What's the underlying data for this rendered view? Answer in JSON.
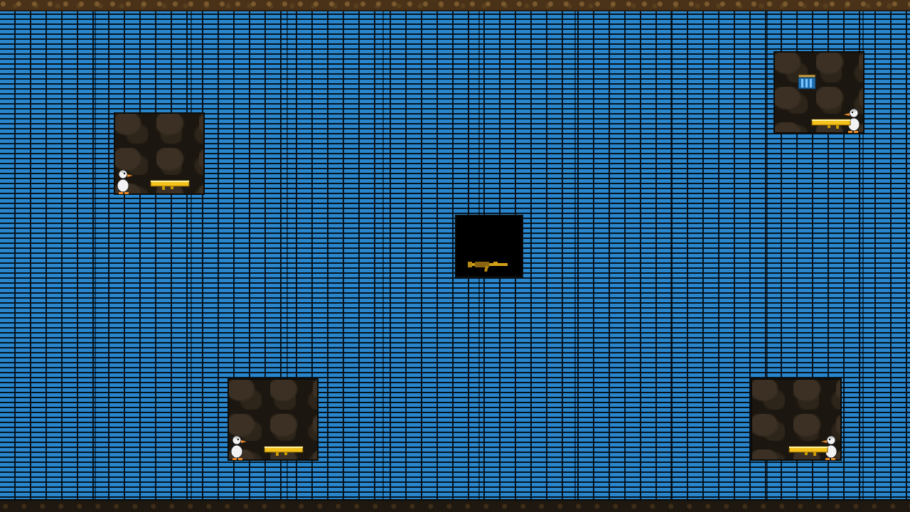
{
  "scene": {
    "type": "duck-game-level",
    "wall_color": "#2a86cc",
    "mortar_color": "#07121a",
    "cave_color": "#1b160f",
    "dirt_color": "#4a3218"
  },
  "players": [
    {
      "id": "duck-1",
      "icon": "duck-icon",
      "facing": "right",
      "weapon": "golden-laser-rifle"
    },
    {
      "id": "duck-2",
      "icon": "duck-icon",
      "facing": "left",
      "weapon": "golden-laser-rifle"
    },
    {
      "id": "duck-3",
      "icon": "duck-icon",
      "facing": "right",
      "weapon": "golden-laser-rifle"
    },
    {
      "id": "duck-4",
      "icon": "duck-icon",
      "facing": "left",
      "weapon": "golden-laser-rifle"
    }
  ],
  "pickups": [
    {
      "id": "ammo-crate",
      "icon": "ammo-crate-icon",
      "color": "#3a9ee8"
    },
    {
      "id": "assault-rifle",
      "icon": "rifle-icon",
      "color": "#d4a017"
    }
  ]
}
